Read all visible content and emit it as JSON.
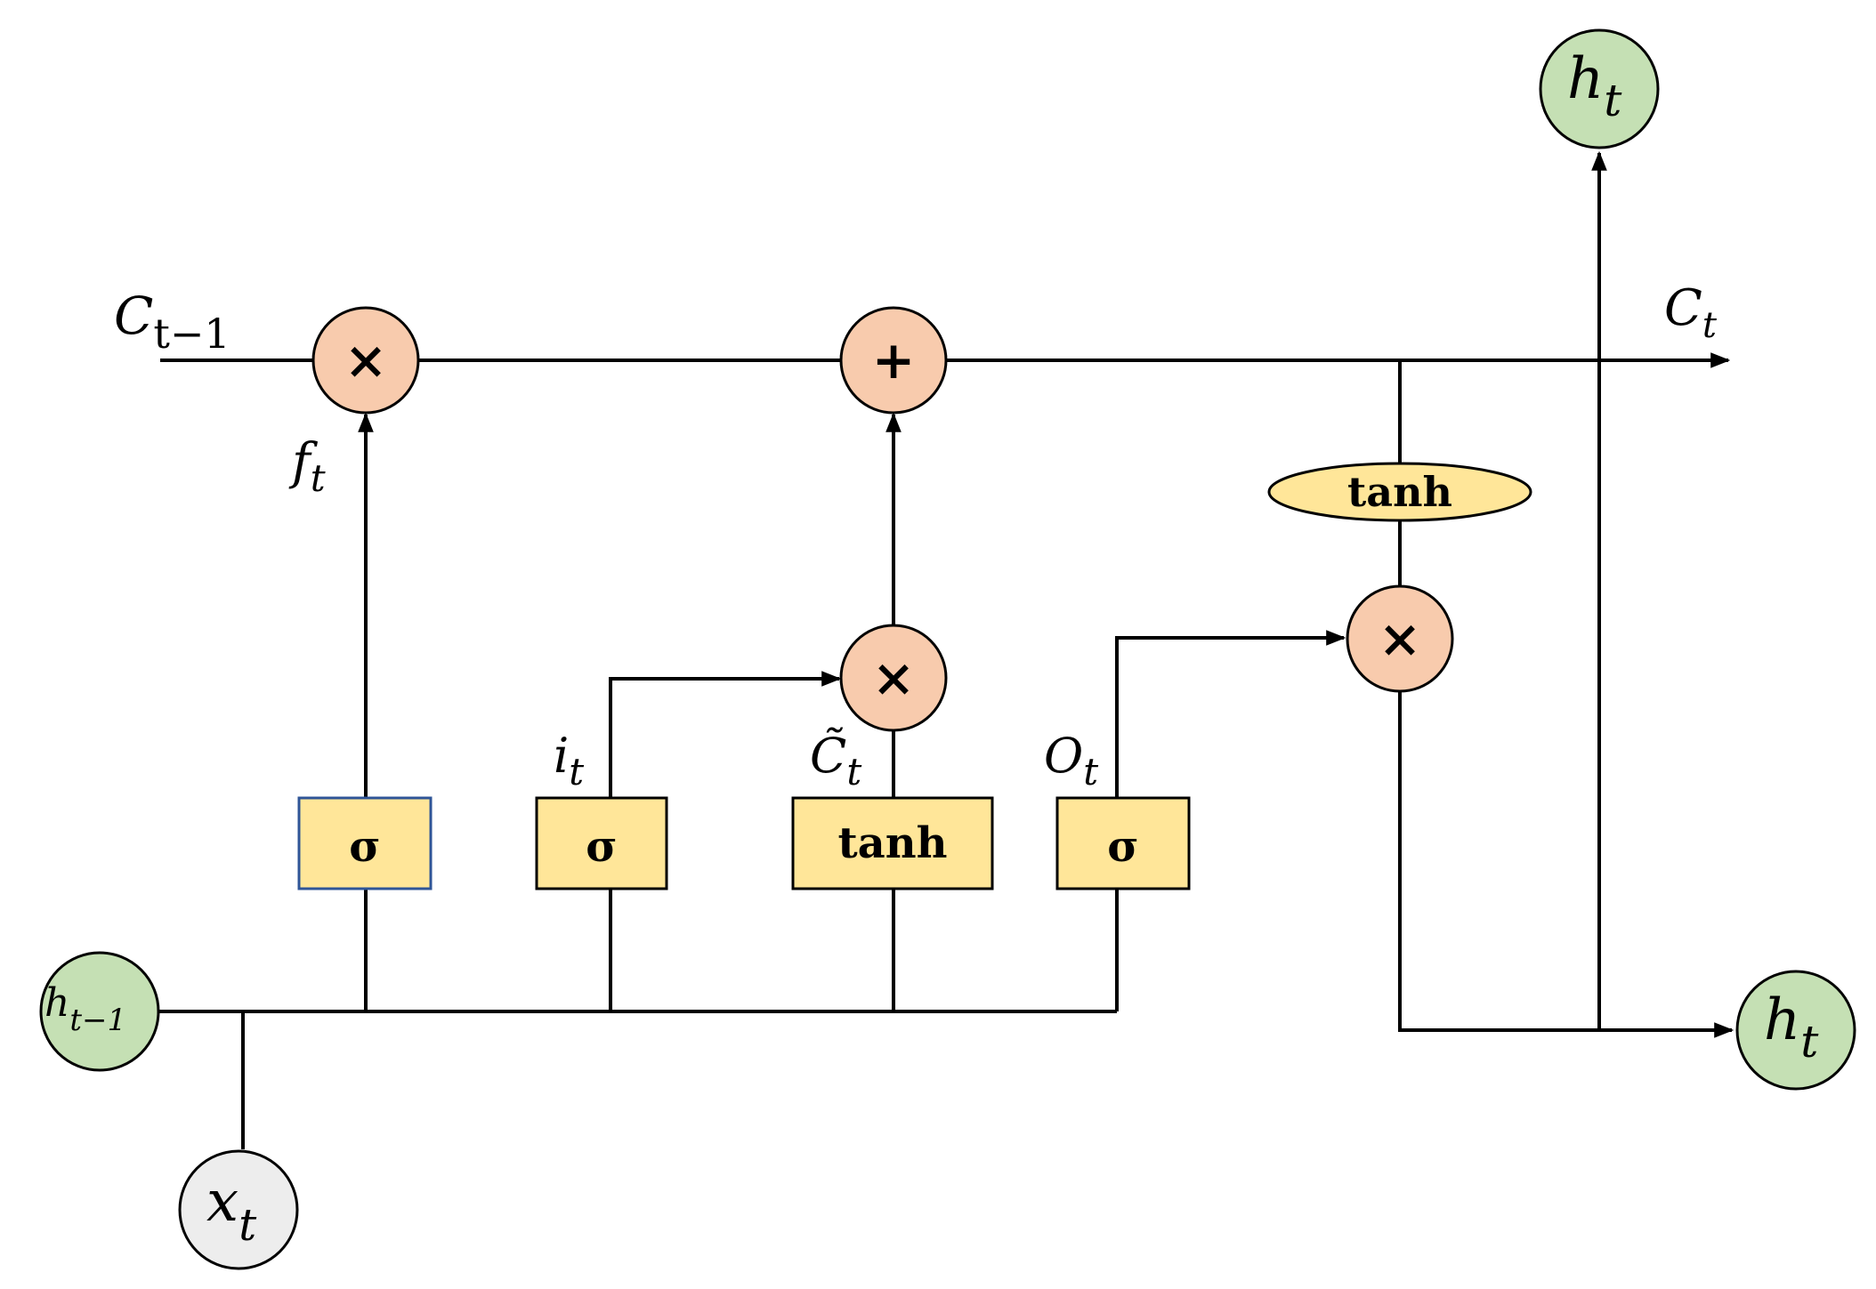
{
  "diagram": {
    "inputs": {
      "c_prev": {
        "base": "C",
        "sub": "t−1"
      },
      "h_prev": {
        "base": "h",
        "sub": "t−1"
      },
      "x": {
        "base": "x",
        "sub": "t"
      }
    },
    "outputs": {
      "c_out": {
        "base": "C",
        "sub": "t"
      },
      "h_top": {
        "base": "h",
        "sub": "t"
      },
      "h_right": {
        "base": "h",
        "sub": "t"
      }
    },
    "gate_labels": {
      "forget": {
        "base": "f",
        "sub": "t"
      },
      "input": {
        "base": "i",
        "sub": "t"
      },
      "candidate": {
        "base": "C̃",
        "sub": "t"
      },
      "output": {
        "base": "O",
        "sub": "t"
      }
    },
    "layers": {
      "forget_sigma": "σ",
      "input_sigma": "σ",
      "candidate_tanh": "tanh",
      "output_sigma": "σ",
      "cell_tanh": "tanh"
    },
    "ops": {
      "forget_mult": "×",
      "cell_add": "+",
      "input_mult": "×",
      "output_mult": "×"
    },
    "colors": {
      "op_fill": "#f8cbad",
      "layer_fill": "#ffe699",
      "io_fill": "#c5e0b4",
      "x_fill": "#ededed",
      "forget_box_border": "#2f5597",
      "stroke": "#000000"
    }
  }
}
